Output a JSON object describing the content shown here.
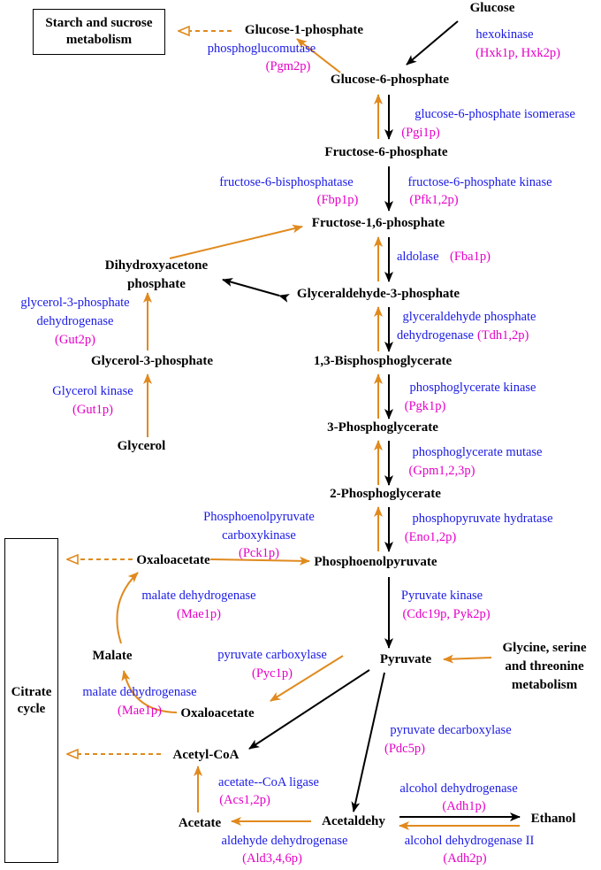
{
  "colors": {
    "black_arrow": "#000000",
    "orange_arrow": "#E08A1E",
    "enzyme_name": "#1A1AE6",
    "gene_name": "#E600C8"
  },
  "boxes": {
    "starch": "Starch and sucrose\nmetabolism",
    "citrate": "Citrate\ncycle"
  },
  "nodes": {
    "glucose": "Glucose",
    "g1p": "Glucose-1-phosphate",
    "g6p": "Glucose-6-phosphate",
    "f6p": "Fructose-6-phosphate",
    "f16p": "Fructose-1,6-phosphate",
    "dhap_1": "Dihydroxyacetone",
    "dhap_2": "phosphate",
    "gap": "Glyceraldehyde-3-phosphate",
    "g3p": "Glycerol-3-phosphate",
    "bpg": "1,3-Bisphosphoglycerate",
    "glycerol": "Glycerol",
    "pg3": "3-Phosphoglycerate",
    "pg2": "2-Phosphoglycerate",
    "oaa_top": "Oxaloacetate",
    "pep": "Phosphoenolpyruvate",
    "malate": "Malate",
    "pyruvate": "Pyruvate",
    "gly_1": "Glycine, serine",
    "gly_2": "and threonine",
    "gly_3": "metabolism",
    "oaa_bottom": "Oxaloacetate",
    "acetyl": "Acetyl-CoA",
    "acetate": "Acetate",
    "acetaldehyde": "Acetaldehy",
    "ethanol": "Ethanol"
  },
  "enzymes": {
    "hexokinase": "hexokinase",
    "hexokinase_genes": "(Hxk1p, Hxk2p)",
    "pgm": "phosphoglucomutase",
    "pgm_genes": "(Pgm2p)",
    "pgi": "glucose-6-phosphate isomerase",
    "pgi_genes": "(Pgi1p)",
    "fbp": "fructose-6-bisphosphatase",
    "fbp_genes": "(Fbp1p)",
    "pfk": "fructose-6-phosphate kinase",
    "pfk_genes": "(Pfk1,2p)",
    "aldolase": "aldolase",
    "aldolase_genes": "(Fba1p)",
    "gut2_1": "glycerol-3-phosphate",
    "gut2_2": "dehydrogenase",
    "gut2_genes": "(Gut2p)",
    "gapdh_1": "glyceraldehyde phosphate",
    "gapdh_2": "dehydrogenase",
    "gapdh_genes": "(Tdh1,2p)",
    "gk": "Glycerol kinase",
    "gk_genes": "(Gut1p)",
    "pgk": "phosphoglycerate kinase",
    "pgk_genes": "(Pgk1p)",
    "gpm": "phosphoglycerate mutase",
    "gpm_genes": "(Gpm1,2,3p)",
    "pck_1": "Phosphoenolpyruvate",
    "pck_2": "carboxykinase",
    "pck_genes": "(Pck1p)",
    "eno": "phosphopyruvate hydratase",
    "eno_genes": "(Eno1,2p)",
    "mdh_top": "malate dehydrogenase",
    "mdh_top_genes": "(Mae1p)",
    "pk": "Pyruvate kinase",
    "pk_genes": "(Cdc19p, Pyk2p)",
    "pyc": "pyruvate carboxylase",
    "pyc_genes": "(Pyc1p)",
    "mdh_bottom": "malate dehydrogenase",
    "mdh_bottom_genes": "(Mae1p)",
    "pdc": "pyruvate decarboxylase",
    "pdc_genes": "(Pdc5p)",
    "acs": "acetate--CoA ligase",
    "acs_genes": "(Acs1,2p)",
    "adh1": "alcohol dehydrogenase",
    "adh1_genes": "(Adh1p)",
    "ald": "aldehyde dehydrogenase",
    "ald_genes": "(Ald3,4,6p)",
    "adh2": "alcohol dehydrogenase II",
    "adh2_genes": "(Adh2p)"
  }
}
